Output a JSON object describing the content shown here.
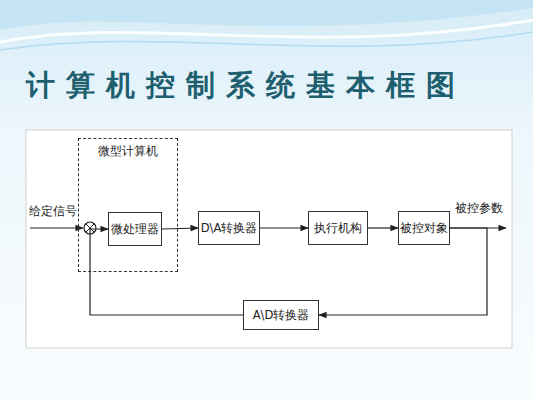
{
  "diagram": {
    "title": "计算机控制系统基本框图",
    "nodes": [
      {
        "text": [
          "微型计算机"
        ]
      },
      {
        "text": [
          "微处理器"
        ],
        "in": 0
      },
      {
        "text": [
          "D\\A转换器"
        ]
      },
      {
        "text": [
          "执行机构"
        ]
      },
      {
        "text": [
          "被控对象"
        ]
      },
      {
        "text": [
          "A\\D转换器"
        ]
      }
    ],
    "edges": [
      {
        "from": 1,
        "to": 2,
        "arrow": "to"
      },
      {
        "from": 2,
        "to": 3,
        "arrow": "to"
      },
      {
        "from": 3,
        "to": 4,
        "arrow": "to"
      },
      {
        "from": 4,
        "to": 5,
        "arrow": "to"
      },
      {
        "from": 5,
        "to": 1,
        "arrow": "to"
      }
    ],
    "labels": [
      "给定信号",
      "被控参数"
    ]
  }
}
